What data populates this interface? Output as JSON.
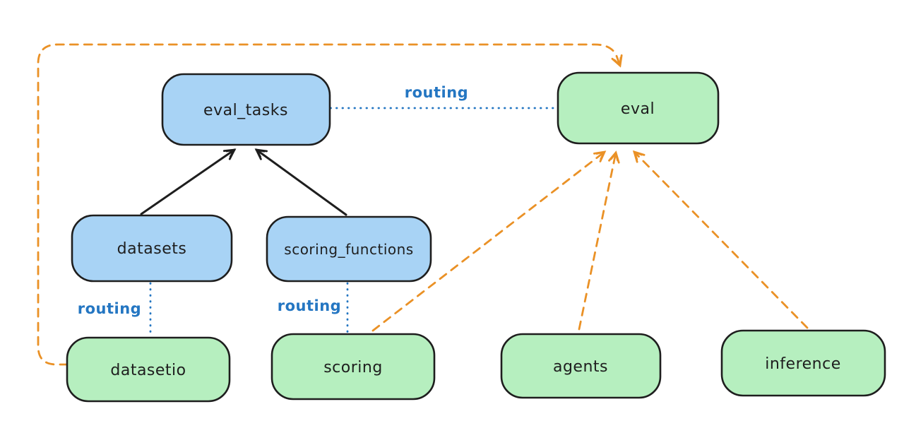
{
  "diagram": {
    "type": "architecture-routing-diagram",
    "nodes": {
      "eval_tasks": {
        "label": "eval_tasks",
        "kind": "api",
        "fill": "#a8d3f5"
      },
      "eval": {
        "label": "eval",
        "kind": "provider",
        "fill": "#b6efbf"
      },
      "datasets": {
        "label": "datasets",
        "kind": "api",
        "fill": "#a8d3f5"
      },
      "scoring_functions": {
        "label": "scoring_functions",
        "kind": "api",
        "fill": "#a8d3f5"
      },
      "datasetio": {
        "label": "datasetio",
        "kind": "provider",
        "fill": "#b6efbf"
      },
      "scoring": {
        "label": "scoring",
        "kind": "provider",
        "fill": "#b6efbf"
      },
      "agents": {
        "label": "agents",
        "kind": "provider",
        "fill": "#b6efbf"
      },
      "inference": {
        "label": "inference",
        "kind": "provider",
        "fill": "#b6efbf"
      }
    },
    "edge_labels": {
      "eval_tasks_eval": "routing",
      "datasets_datasetio": "routing",
      "scoring_functions_scoring": "routing"
    },
    "edges": [
      {
        "from": "datasets",
        "to": "eval_tasks",
        "style": "solid-black-arrow"
      },
      {
        "from": "scoring_functions",
        "to": "eval_tasks",
        "style": "solid-black-arrow"
      },
      {
        "from": "eval_tasks",
        "to": "eval",
        "style": "blue-dotted",
        "label": "routing"
      },
      {
        "from": "datasets",
        "to": "datasetio",
        "style": "blue-dotted",
        "label": "routing"
      },
      {
        "from": "scoring_functions",
        "to": "scoring",
        "style": "blue-dotted",
        "label": "routing"
      },
      {
        "from": "datasetio",
        "to": "eval",
        "style": "orange-dashed-arrow"
      },
      {
        "from": "scoring",
        "to": "eval",
        "style": "orange-dashed-arrow"
      },
      {
        "from": "agents",
        "to": "eval",
        "style": "orange-dashed-arrow"
      },
      {
        "from": "inference",
        "to": "eval",
        "style": "orange-dashed-arrow"
      }
    ],
    "colors": {
      "node_blue_fill": "#a8d3f5",
      "node_green_fill": "#b6efbf",
      "node_stroke": "#1e1e1e",
      "routing_blue": "#2476c2",
      "provider_orange": "#ea9126",
      "background": "#ffffff"
    }
  }
}
